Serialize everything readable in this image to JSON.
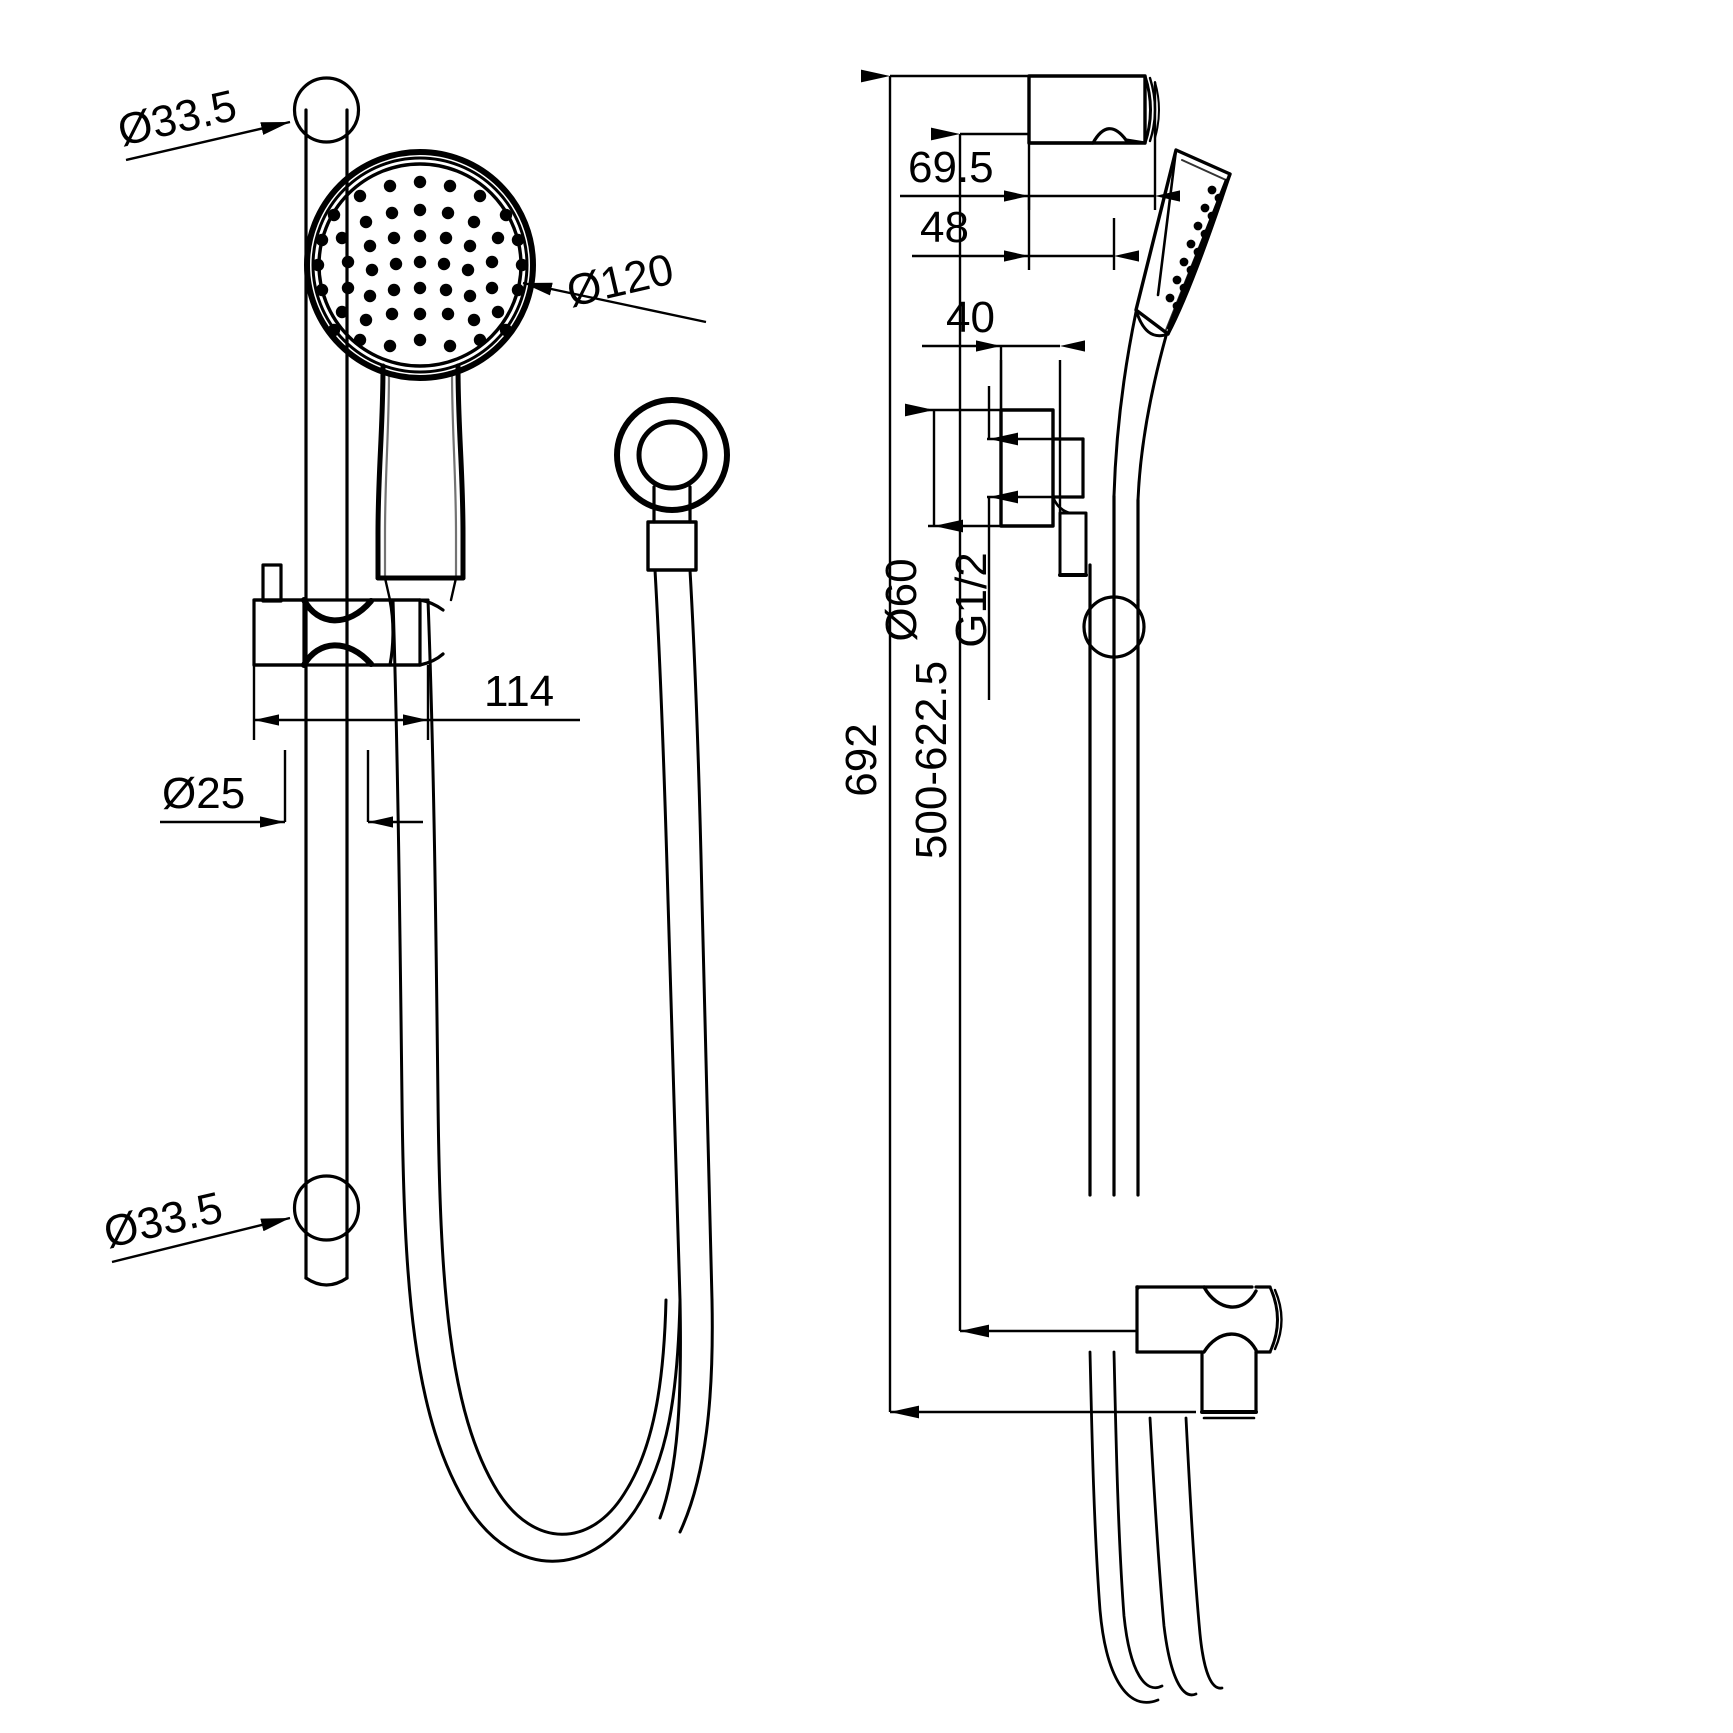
{
  "drawing": {
    "title": "Shower rail set technical dimension drawing",
    "units": "mm",
    "line_color": "#000000",
    "background_color": "#ffffff",
    "views": [
      {
        "name": "front-view",
        "label": ""
      },
      {
        "name": "side-view",
        "label": ""
      }
    ]
  },
  "dimensions": {
    "rail_bracket_top": "Ø33.5",
    "shower_head": "Ø120",
    "handset_offset": "114",
    "rail_tube": "Ø25",
    "rail_bracket_bottom": "Ø33.5",
    "wall_outlet_projection": "69.5",
    "hose_elbow_projection": "48",
    "bracket_projection": "40",
    "overall_height": "692",
    "adjustable_range": "500-622.5",
    "flange": "Ø60",
    "thread": "G1/2"
  }
}
